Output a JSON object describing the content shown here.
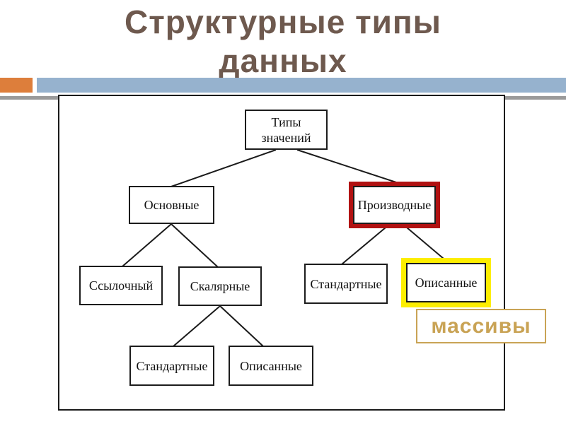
{
  "slide": {
    "title_line1": "Структурные типы",
    "title_line2": "данных",
    "colors": {
      "title_text": "#6e594e",
      "accent_orange": "#dd7e3b",
      "header_bar_blue": "#96b2ce",
      "shadow_strip_gray": "#9a9a9a",
      "highlight_red": "#b11212",
      "highlight_yellow": "#fdee00",
      "annotation_tan": "#c9a355",
      "diagram_line": "#1a1a1a"
    }
  },
  "diagram": {
    "nodes": {
      "root": {
        "label": "Типы значений"
      },
      "osnovnye": {
        "label": "Основные"
      },
      "proizvodnye": {
        "label": "Производные",
        "highlight": "red"
      },
      "ssylochnyj": {
        "label": "Ссылочный"
      },
      "skalyarnye": {
        "label": "Скалярные"
      },
      "standartnye_right": {
        "label": "Стандартные"
      },
      "opisannye_right": {
        "label": "Описанные",
        "highlight": "yellow"
      },
      "standartnye_bottom": {
        "label": "Стандартные"
      },
      "opisannye_bottom": {
        "label": "Описанные"
      }
    },
    "annotation": {
      "label": "массивы"
    }
  }
}
